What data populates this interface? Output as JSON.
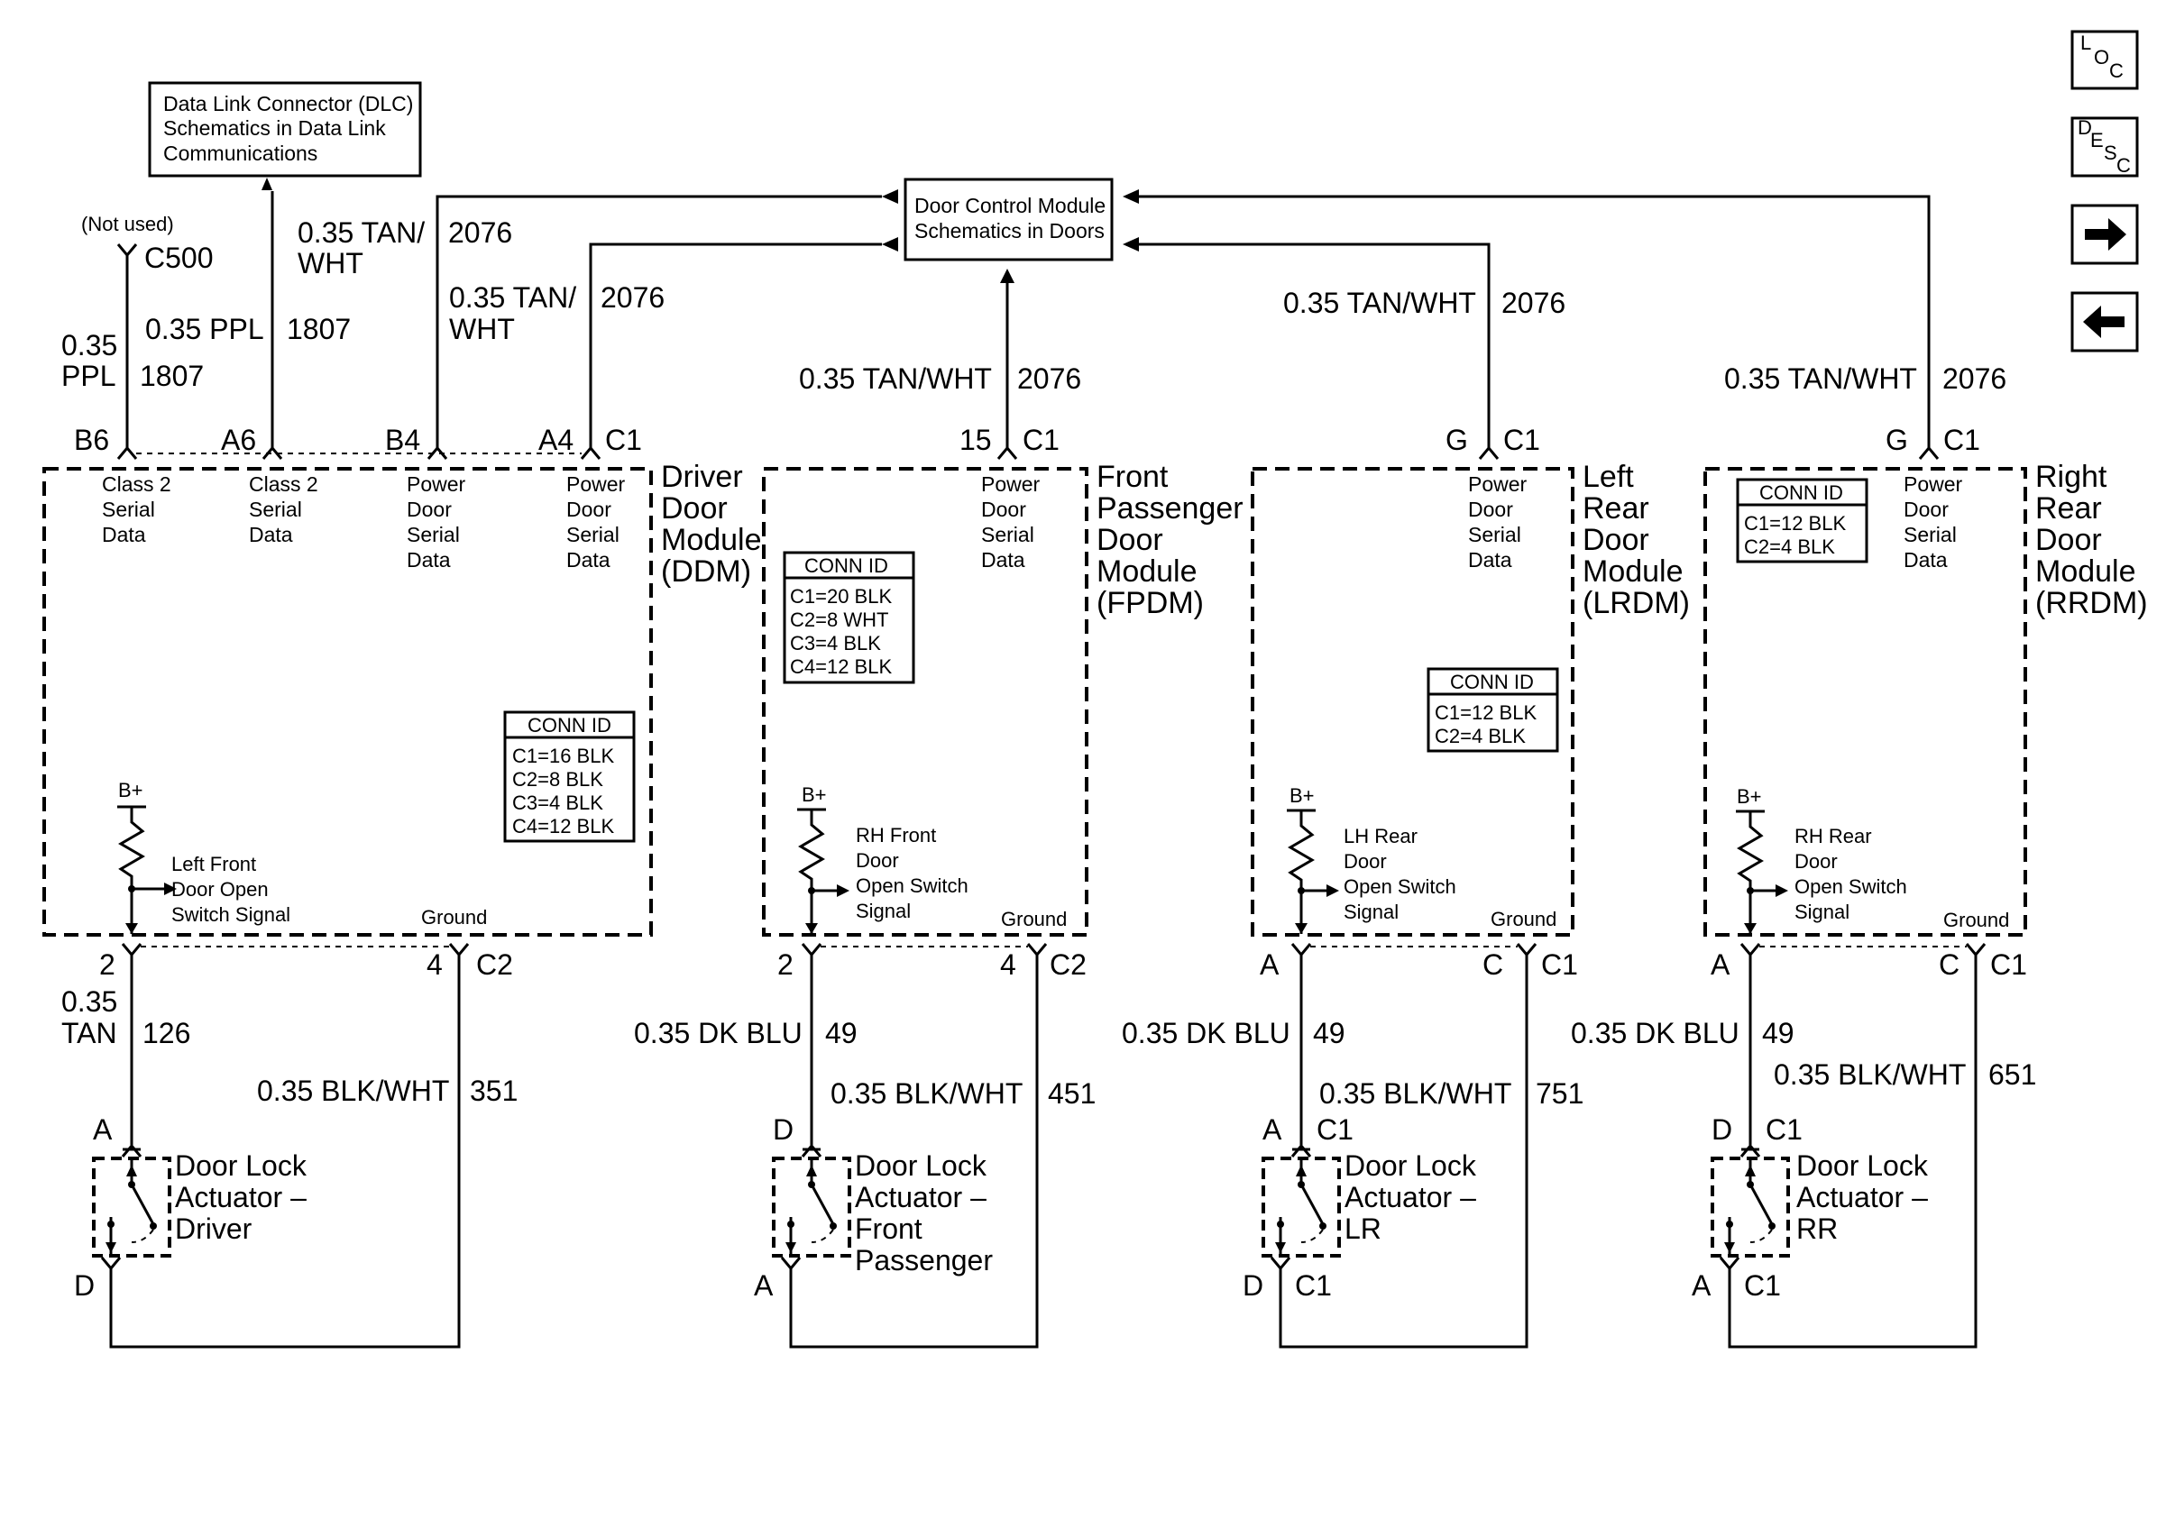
{
  "dlc_box": {
    "lines": [
      "Data Link Connector (DLC)",
      "Schematics in Data Link",
      "Communications"
    ]
  },
  "dcm_box": {
    "lines": [
      "Door Control Module",
      "Schematics in Doors"
    ]
  },
  "not_used": "(Not used)",
  "c500": "C500",
  "wires": {
    "w_ppl_a": {
      "gauge_lines": [
        "0.35",
        "PPL"
      ],
      "circuit": "1807"
    },
    "w_ppl_b": {
      "gauge": "0.35 PPL",
      "circuit": "1807"
    },
    "w_b4": {
      "gauge_lines": [
        "0.35 TAN/",
        "WHT"
      ],
      "circuit": "2076"
    },
    "w_a4": {
      "gauge_lines": [
        "0.35 TAN/",
        "WHT"
      ],
      "circuit": "2076"
    },
    "w_fpdm_top": {
      "gauge": "0.35 TAN/WHT",
      "circuit": "2076"
    },
    "w_lrdm_top": {
      "gauge": "0.35 TAN/WHT",
      "circuit": "2076"
    },
    "w_rrdm_top": {
      "gauge": "0.35 TAN/WHT",
      "circuit": "2076"
    },
    "w_ddm_sig": {
      "gauge_lines": [
        "0.35",
        "TAN"
      ],
      "circuit": "126"
    },
    "w_ddm_gnd": {
      "gauge": "0.35 BLK/WHT",
      "circuit": "351"
    },
    "w_fpdm_sig": {
      "gauge": "0.35 DK BLU",
      "circuit": "49"
    },
    "w_fpdm_gnd": {
      "gauge": "0.35 BLK/WHT",
      "circuit": "451"
    },
    "w_lrdm_sig": {
      "gauge": "0.35 DK BLU",
      "circuit": "49"
    },
    "w_lrdm_gnd": {
      "gauge": "0.35 BLK/WHT",
      "circuit": "751"
    },
    "w_rrdm_sig": {
      "gauge": "0.35 DK BLU",
      "circuit": "49"
    },
    "w_rrdm_gnd": {
      "gauge": "0.35 BLK/WHT",
      "circuit": "651"
    }
  },
  "pins": {
    "b6": "B6",
    "a6": "A6",
    "b4": "B4",
    "a4": "A4",
    "c1": "C1",
    "c2": "C2",
    "p15": "15",
    "g": "G",
    "p2": "2",
    "p4": "4",
    "a": "A",
    "c": "C",
    "d": "D"
  },
  "pin_labels": {
    "class2": [
      "Class 2",
      "Serial",
      "Data"
    ],
    "power": [
      "Power",
      "Door",
      "Serial",
      "Data"
    ],
    "ground": "Ground",
    "bplus": "B+"
  },
  "modules": {
    "ddm": {
      "name_lines": [
        "Driver",
        "Door",
        "Module",
        "(DDM)"
      ],
      "conn_title": "CONN ID",
      "conn": [
        "C1=16 BLK",
        "C2=8 BLK",
        "C3=4 BLK",
        "C4=12 BLK"
      ],
      "switch_lines": [
        "Left Front",
        "Door Open",
        "Switch Signal"
      ]
    },
    "fpdm": {
      "name_lines": [
        "Front",
        "Passenger",
        "Door",
        "Module",
        "(FPDM)"
      ],
      "conn_title": "CONN ID",
      "conn": [
        "C1=20 BLK",
        "C2=8 WHT",
        "C3=4 BLK",
        "C4=12 BLK"
      ],
      "switch_lines": [
        "RH Front",
        "Door",
        "Open Switch",
        "Signal"
      ]
    },
    "lrdm": {
      "name_lines": [
        "Left",
        "Rear",
        "Door",
        "Module",
        "(LRDM)"
      ],
      "conn_title": "CONN ID",
      "conn": [
        "C1=12 BLK",
        "C2=4 BLK"
      ],
      "switch_lines": [
        "LH Rear",
        "Door",
        "Open Switch",
        "Signal"
      ]
    },
    "rrdm": {
      "name_lines": [
        "Right",
        "Rear",
        "Door",
        "Module",
        "(RRDM)"
      ],
      "conn_title": "CONN ID",
      "conn": [
        "C1=12 BLK",
        "C2=4 BLK"
      ],
      "switch_lines": [
        "RH Rear",
        "Door",
        "Open Switch",
        "Signal"
      ]
    }
  },
  "actuators": {
    "driver": [
      "Door Lock",
      "Actuator –",
      "Driver"
    ],
    "front_pass": [
      "Door Lock",
      "Actuator –",
      "Front",
      "Passenger"
    ],
    "lr": [
      "Door Lock",
      "Actuator –",
      "LR"
    ],
    "rr": [
      "Door Lock",
      "Actuator –",
      "RR"
    ]
  },
  "nav": {
    "loc": [
      "L",
      "O",
      "C"
    ],
    "desc": [
      "D",
      "E",
      "S",
      "C"
    ],
    "next_icon": "arrow-right-icon",
    "prev_icon": "arrow-left-icon"
  }
}
